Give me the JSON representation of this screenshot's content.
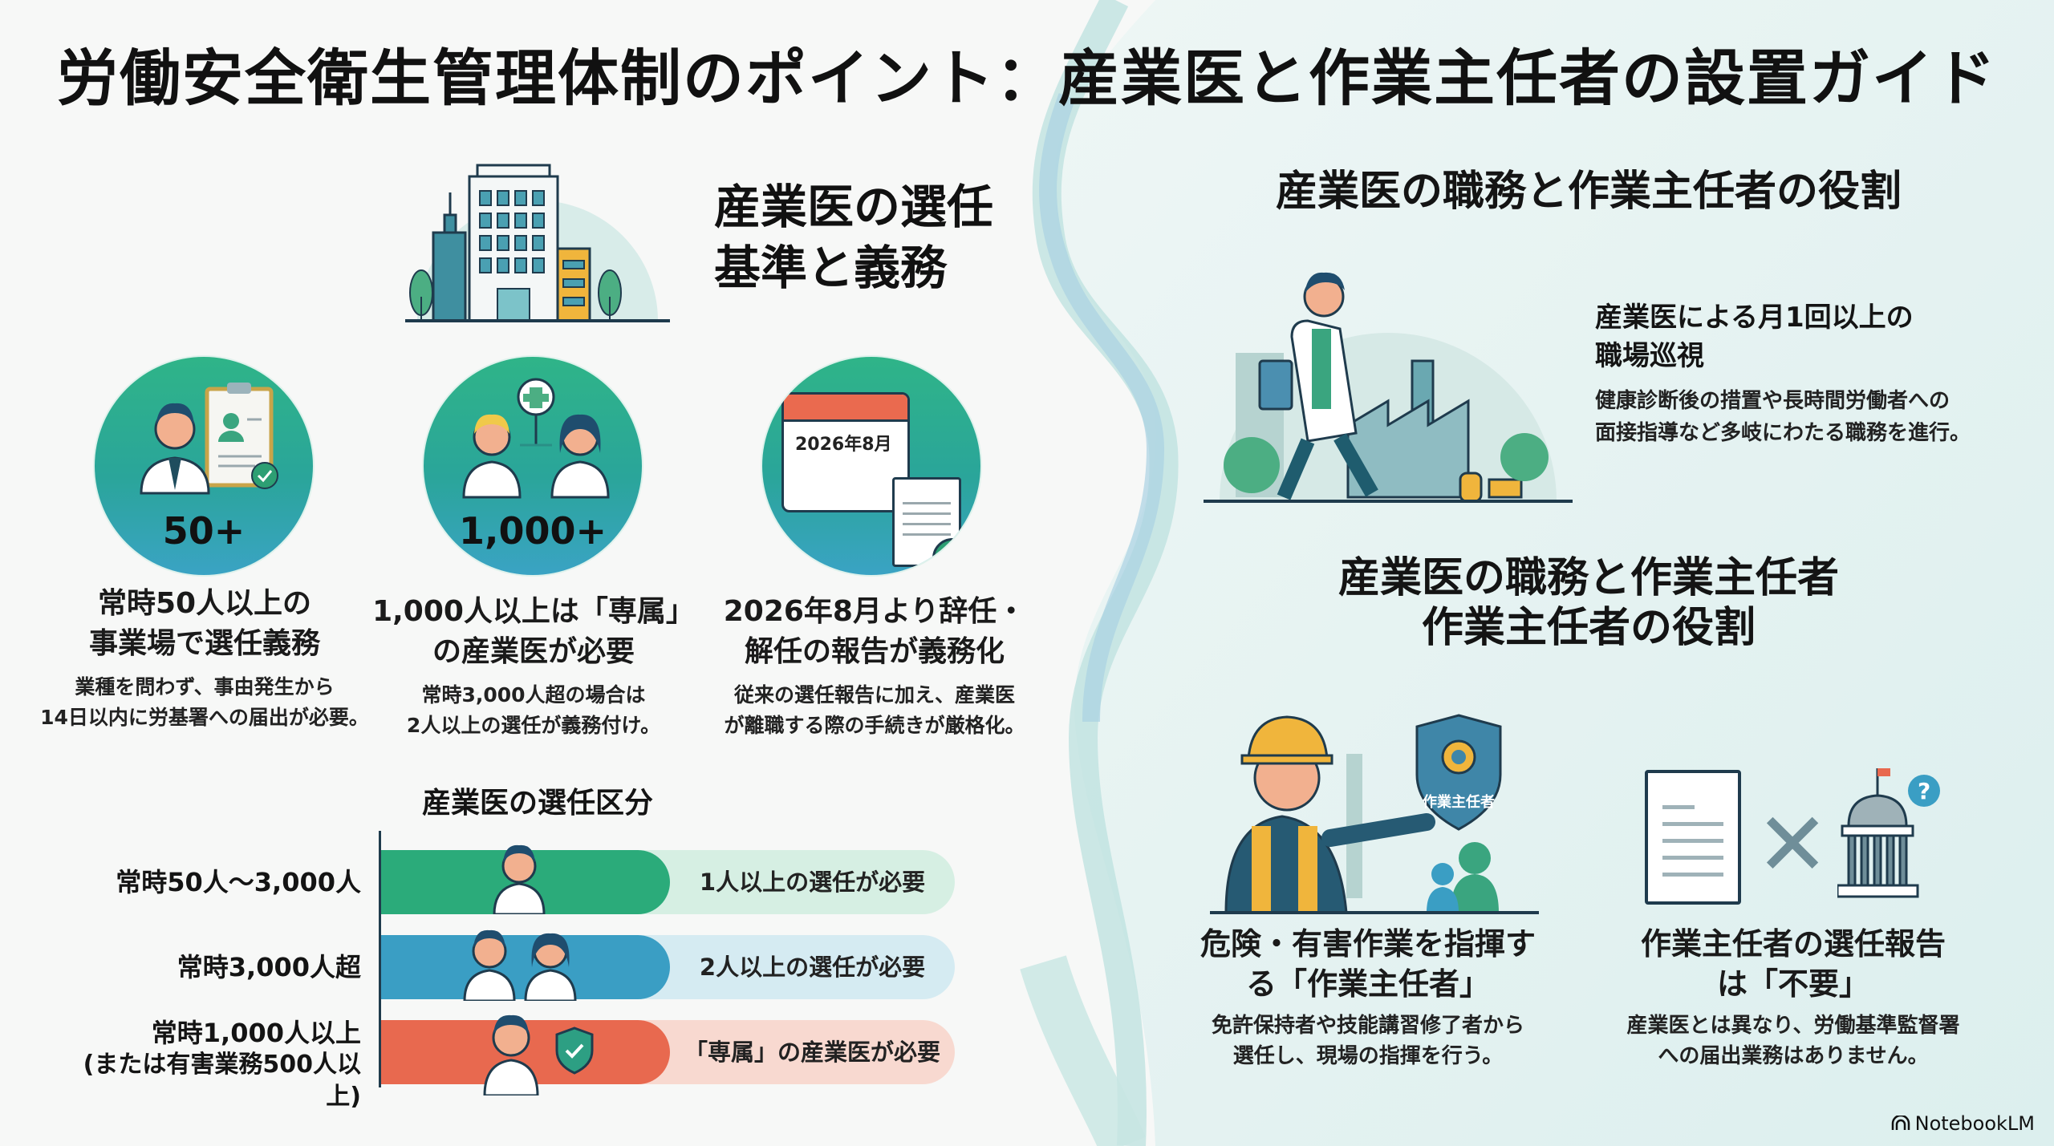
{
  "title": "労働安全衛生管理体制のポイント：産業医と作業主任者の設置ガイド",
  "left": {
    "section_title_line1": "産業医の選任",
    "section_title_line2": "基準と義務",
    "cards": [
      {
        "badge": "50+",
        "heading_line1": "常時50人以上の",
        "heading_line2": "事業場で選任義務",
        "body_line1": "業種を問わず、事由発生から",
        "body_line2": "14日以内に労基署への届出が必要。"
      },
      {
        "badge": "1,000+",
        "heading_line1": "1,000人以上は「専属」",
        "heading_line2": "の産業医が必要",
        "body_line1": "常時3,000人超の場合は",
        "body_line2": "2人以上の選任が義務付け。"
      },
      {
        "badge": "2026年8月",
        "heading_line1": "2026年8月より辞任・",
        "heading_line2": "解任の報告が義務化",
        "body_line1": "従来の選任報告に加え、産業医",
        "body_line2": "が離職する際の手続きが厳格化。"
      }
    ],
    "tiers_title": "産業医の選任区分",
    "tiers": [
      {
        "label": "常時50人〜3,000人",
        "sublabel": "",
        "result": "1人以上の選任が必要",
        "color": "#2bab7a",
        "light": "#d6efe3"
      },
      {
        "label": "常時3,000人超",
        "sublabel": "",
        "result": "2人以上の選任が必要",
        "color": "#3a9ec4",
        "light": "#d5ebf2"
      },
      {
        "label": "常時1,000人以上",
        "sublabel": "(または有害業務500人以上)",
        "result": "「専属」の産業医が必要",
        "color": "#e8694f",
        "light": "#f8d9d0"
      }
    ]
  },
  "right": {
    "section_title": "産業医の職務と作業主任者の役割",
    "duty_heading_line1": "産業医による月1回以上の",
    "duty_heading_line2": "職場巡視",
    "duty_body_line1": "健康診断後の措置や長時間労働者への",
    "duty_body_line2": "面接指導など多岐にわたる職務を進行。",
    "section2_title_line1": "産業医の職務と作業主任者",
    "section2_title_line2": "作業主任者の役割",
    "badge_text": "作業主任者",
    "cards": [
      {
        "heading_line1": "危険・有害作業を指揮す",
        "heading_line2": "る「作業主任者」",
        "body_line1": "免許保持者や技能講習修了者から",
        "body_line2": "選任し、現場の指揮を行う。"
      },
      {
        "heading_line1": "作業主任者の選任報告",
        "heading_line2": "は「不要」",
        "body_line1": "産業医とは異なり、労働基準監督署",
        "body_line2": "への届出業務はありません。"
      }
    ]
  },
  "brand": "NotebookLM",
  "colors": {
    "green": "#2bab7a",
    "teal": "#2aa59a",
    "blue": "#3a9ec4",
    "coral": "#e8694f",
    "navy": "#1f3b4d",
    "yellow": "#f0b53c"
  }
}
